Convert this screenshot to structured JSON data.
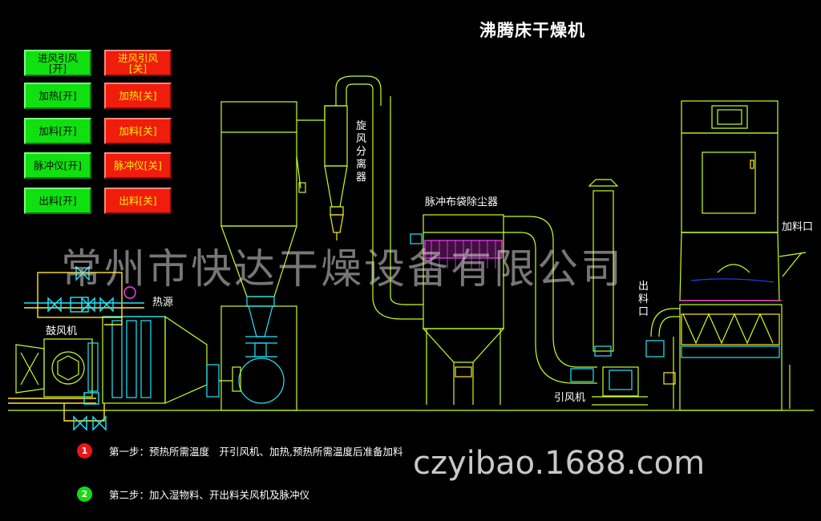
{
  "title": "沸腾床干燥机",
  "controls": [
    {
      "on": "进风引风\n[开]",
      "off": "进风引风\n[关]"
    },
    {
      "on": "加热[开]",
      "off": "加热[关]"
    },
    {
      "on": "加料[开]",
      "off": "加料[关]"
    },
    {
      "on": "脉冲仪[开]",
      "off": "脉冲仪[关]"
    },
    {
      "on": "出料[开]",
      "off": "出料[关]"
    }
  ],
  "labels": {
    "cyclone": "旋风分离器",
    "bag_filter": "脉冲布袋除尘器",
    "feed_port": "加料口",
    "discharge_port": "出料口",
    "heat_source": "热源",
    "blower": "鼓风机",
    "induced_fan": "引风机"
  },
  "watermark": "常州市快达干燥设备有限公司",
  "site_mark": "czyibao.1688.com",
  "steps": [
    {
      "num": "1",
      "color": "#e81818",
      "text": "第一步：预热所需温度　开引风机、加热,预热所需温度后准备加料"
    },
    {
      "num": "2",
      "color": "#18d818",
      "text": "第二步：加入湿物料、开出料关风机及脉冲仪"
    }
  ],
  "colors": {
    "outline": "#c8ff20",
    "pipe": "#20e8ff",
    "yellow": "#ffe820",
    "magenta": "#ff40ff",
    "btn_on": "#10e010",
    "btn_off": "#f01c0c"
  }
}
